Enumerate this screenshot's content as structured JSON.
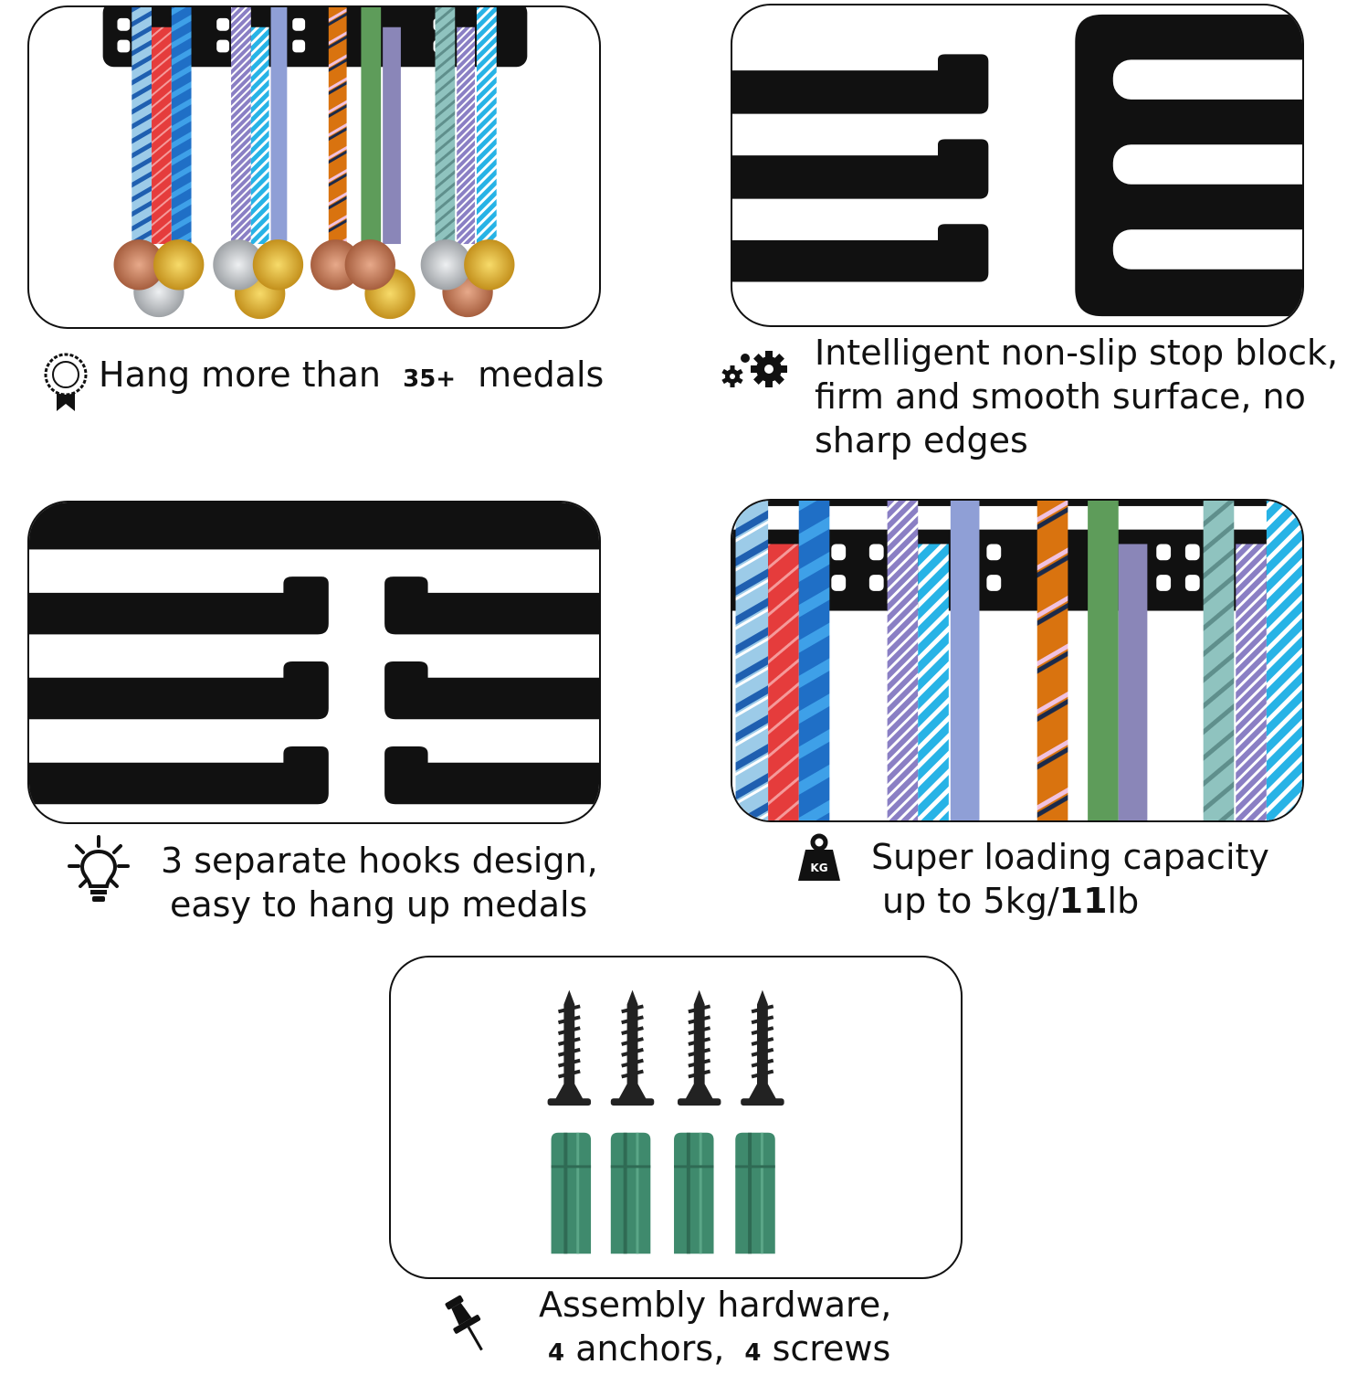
{
  "features": [
    {
      "id": "medals",
      "icon": "medal-rosette-icon",
      "text_before": "Hang more than",
      "count": "35+",
      "text_after": "medals"
    },
    {
      "id": "stop-block",
      "icon": "gears-icon",
      "lines": [
        "Intelligent non-slip stop block,",
        "firm and smooth surface, no",
        "sharp edges"
      ]
    },
    {
      "id": "hooks",
      "icon": "lightbulb-icon",
      "lines": [
        "3 separate hooks design,",
        "easy to hang up medals"
      ]
    },
    {
      "id": "capacity",
      "icon": "kg-weight-icon",
      "icon_label": "KG",
      "line1": "Super loading capacity",
      "line2_before": "up to 5kg/",
      "line2_bold": "11",
      "line2_after": "lb"
    },
    {
      "id": "hardware",
      "icon": "pushpin-icon",
      "line1": "Assembly hardware,",
      "anchors_count": "4",
      "anchors_label": "anchors,",
      "screws_count": "4",
      "screws_label": "screws"
    }
  ],
  "colors": {
    "ribbon_light_blue": "#9ccbe8",
    "ribbon_red": "#e53c3c",
    "ribbon_blue": "#1f6fc6",
    "ribbon_purple": "#8a7fc4",
    "ribbon_cyan": "#27b3e6",
    "ribbon_orange": "#d9730f",
    "ribbon_green": "#5e9c5a",
    "ribbon_teal": "#8fc3bf",
    "anchor_green": "#3f8a6d",
    "gold": "#e0b13a",
    "silver": "#b9bcc0",
    "bronze": "#c9815c"
  }
}
